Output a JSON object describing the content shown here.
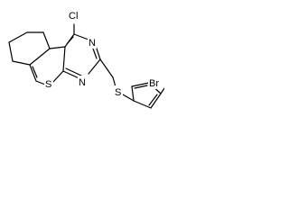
{
  "structure": {
    "atoms": {
      "chlorine": "Cl",
      "nitrogen_top": "N",
      "nitrogen_bottom": "N",
      "sulfur_thiophene": "S",
      "sulfur_thioether": "S",
      "bromine": "Br"
    }
  },
  "colors": {
    "bond": "#000000",
    "text": "#000000",
    "background": "#ffffff"
  }
}
